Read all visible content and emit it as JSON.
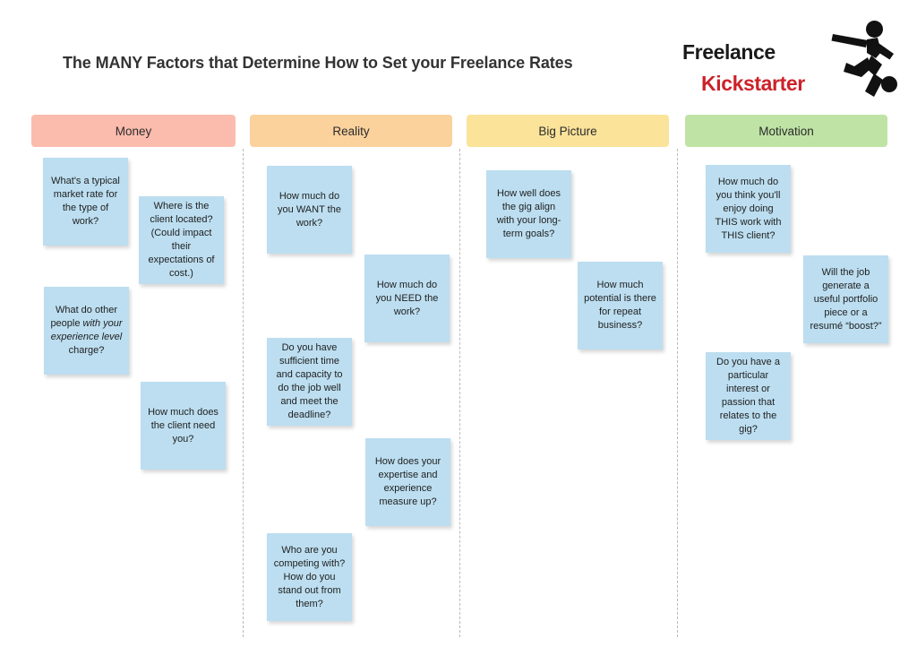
{
  "page": {
    "title": "The MANY Factors that Determine How to Set your Freelance Rates"
  },
  "logo": {
    "line1": "Freelance",
    "line2": "Kickstarter",
    "mark_name": "soccer-player-kicking-ball-icon",
    "line1_color": "#1a1a1a",
    "line2_color": "#cc2229"
  },
  "board": {
    "note_color": "#bcdef0",
    "columns": [
      {
        "id": "money",
        "label": "Money",
        "header_color": "#fbbcad",
        "notes": [
          {
            "text": "What's a typical market rate for the type of work?"
          },
          {
            "text": "Where is the client located? (Could impact their expectations of cost.)"
          },
          {
            "text_html": "What do other people <em>with your experience level</em> charge?",
            "text": "What do other people with your experience level charge?"
          },
          {
            "text": "How much does the client need you?"
          }
        ]
      },
      {
        "id": "reality",
        "label": "Reality",
        "header_color": "#fbd19c",
        "notes": [
          {
            "text": "How much do you WANT the work?"
          },
          {
            "text": "How much do you NEED the work?"
          },
          {
            "text": "Do you have sufficient time and capacity to do the job well and meet the deadline?"
          },
          {
            "text": "How does your expertise and experience measure up?"
          },
          {
            "text": "Who are you competing with? How do you stand out from them?"
          }
        ]
      },
      {
        "id": "big-picture",
        "label": "Big Picture",
        "header_color": "#fbe39a",
        "notes": [
          {
            "text": "How well does the gig align with your long-term goals?"
          },
          {
            "text": "How much potential is there for repeat business?"
          }
        ]
      },
      {
        "id": "motivation",
        "label": "Motivation",
        "header_color": "#bfe3a5",
        "notes": [
          {
            "text": "How much do you think you'll enjoy doing THIS work with THIS client?"
          },
          {
            "text": "Will the job generate a useful portfolio piece or a resumé “boost?”"
          },
          {
            "text": "Do you have a particular interest or passion that relates to the gig?"
          }
        ]
      }
    ]
  }
}
